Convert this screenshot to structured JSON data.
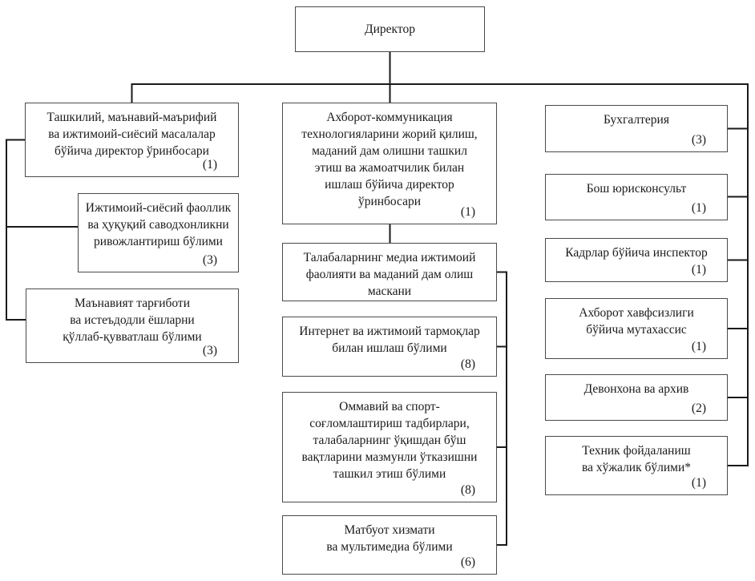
{
  "page": {
    "background": "#ffffff"
  },
  "colors": {
    "box_border": "#4a4a4a",
    "connector_line": "#1a1a1a",
    "text": "#1a1a1a"
  },
  "org": {
    "director": {
      "title": "Директор",
      "count": ""
    },
    "left": [
      {
        "title": "Ташкилий, маънавий-маърифий\nва ижтимоий-сиёсий масалалар\nбўйича директор ўринбосари",
        "count": "(1)"
      },
      {
        "title": "Ижтимоий-сиёсий фаоллик\nва ҳуқуқий саводхонликни\nривожлантириш бўлими",
        "count": "(3)"
      },
      {
        "title": "Маънавият тарғиботи\nва истеъдодли ёшларни\nқўллаб-қувватлаш бўлими",
        "count": "(3)"
      }
    ],
    "middle": [
      {
        "title": "Ахборот-коммуникация\nтехнологияларини жорий қилиш,\nмаданий дам олишни ташкил\nэтиш ва жамоатчилик билан\nишлаш бўйича директор\nўринбосари",
        "count": "(1)"
      },
      {
        "title": "Талабаларнинг медиа ижтимоий\nфаолияти ва маданий дам олиш\nмаскани",
        "count": ""
      },
      {
        "title": "Интернет ва ижтимоий тармоқлар\nбилан ишлаш бўлими",
        "count": "(8)"
      },
      {
        "title": "Оммавий ва спорт-\nсоғломлаштириш тадбирлари,\nталабаларнинг ўқишдан бўш\nвақтларини мазмунли ўтказишни\nташкил этиш бўлими",
        "count": "(8)"
      },
      {
        "title": "Матбуот хизмати\nва мультимедиа бўлими",
        "count": "(6)"
      }
    ],
    "right": [
      {
        "title": "Бухгалтерия",
        "count": "(3)"
      },
      {
        "title": "Бош юрисконсульт",
        "count": "(1)"
      },
      {
        "title": "Кадрлар бўйича инспектор",
        "count": "(1)"
      },
      {
        "title": "Ахборот хавфсизлиги\nбўйича мутахассис",
        "count": "(1)"
      },
      {
        "title": "Девонхона ва архив",
        "count": "(2)"
      },
      {
        "title": "Техник фойдаланиш\nва хўжалик бўлими*",
        "count": "(1)"
      }
    ]
  }
}
